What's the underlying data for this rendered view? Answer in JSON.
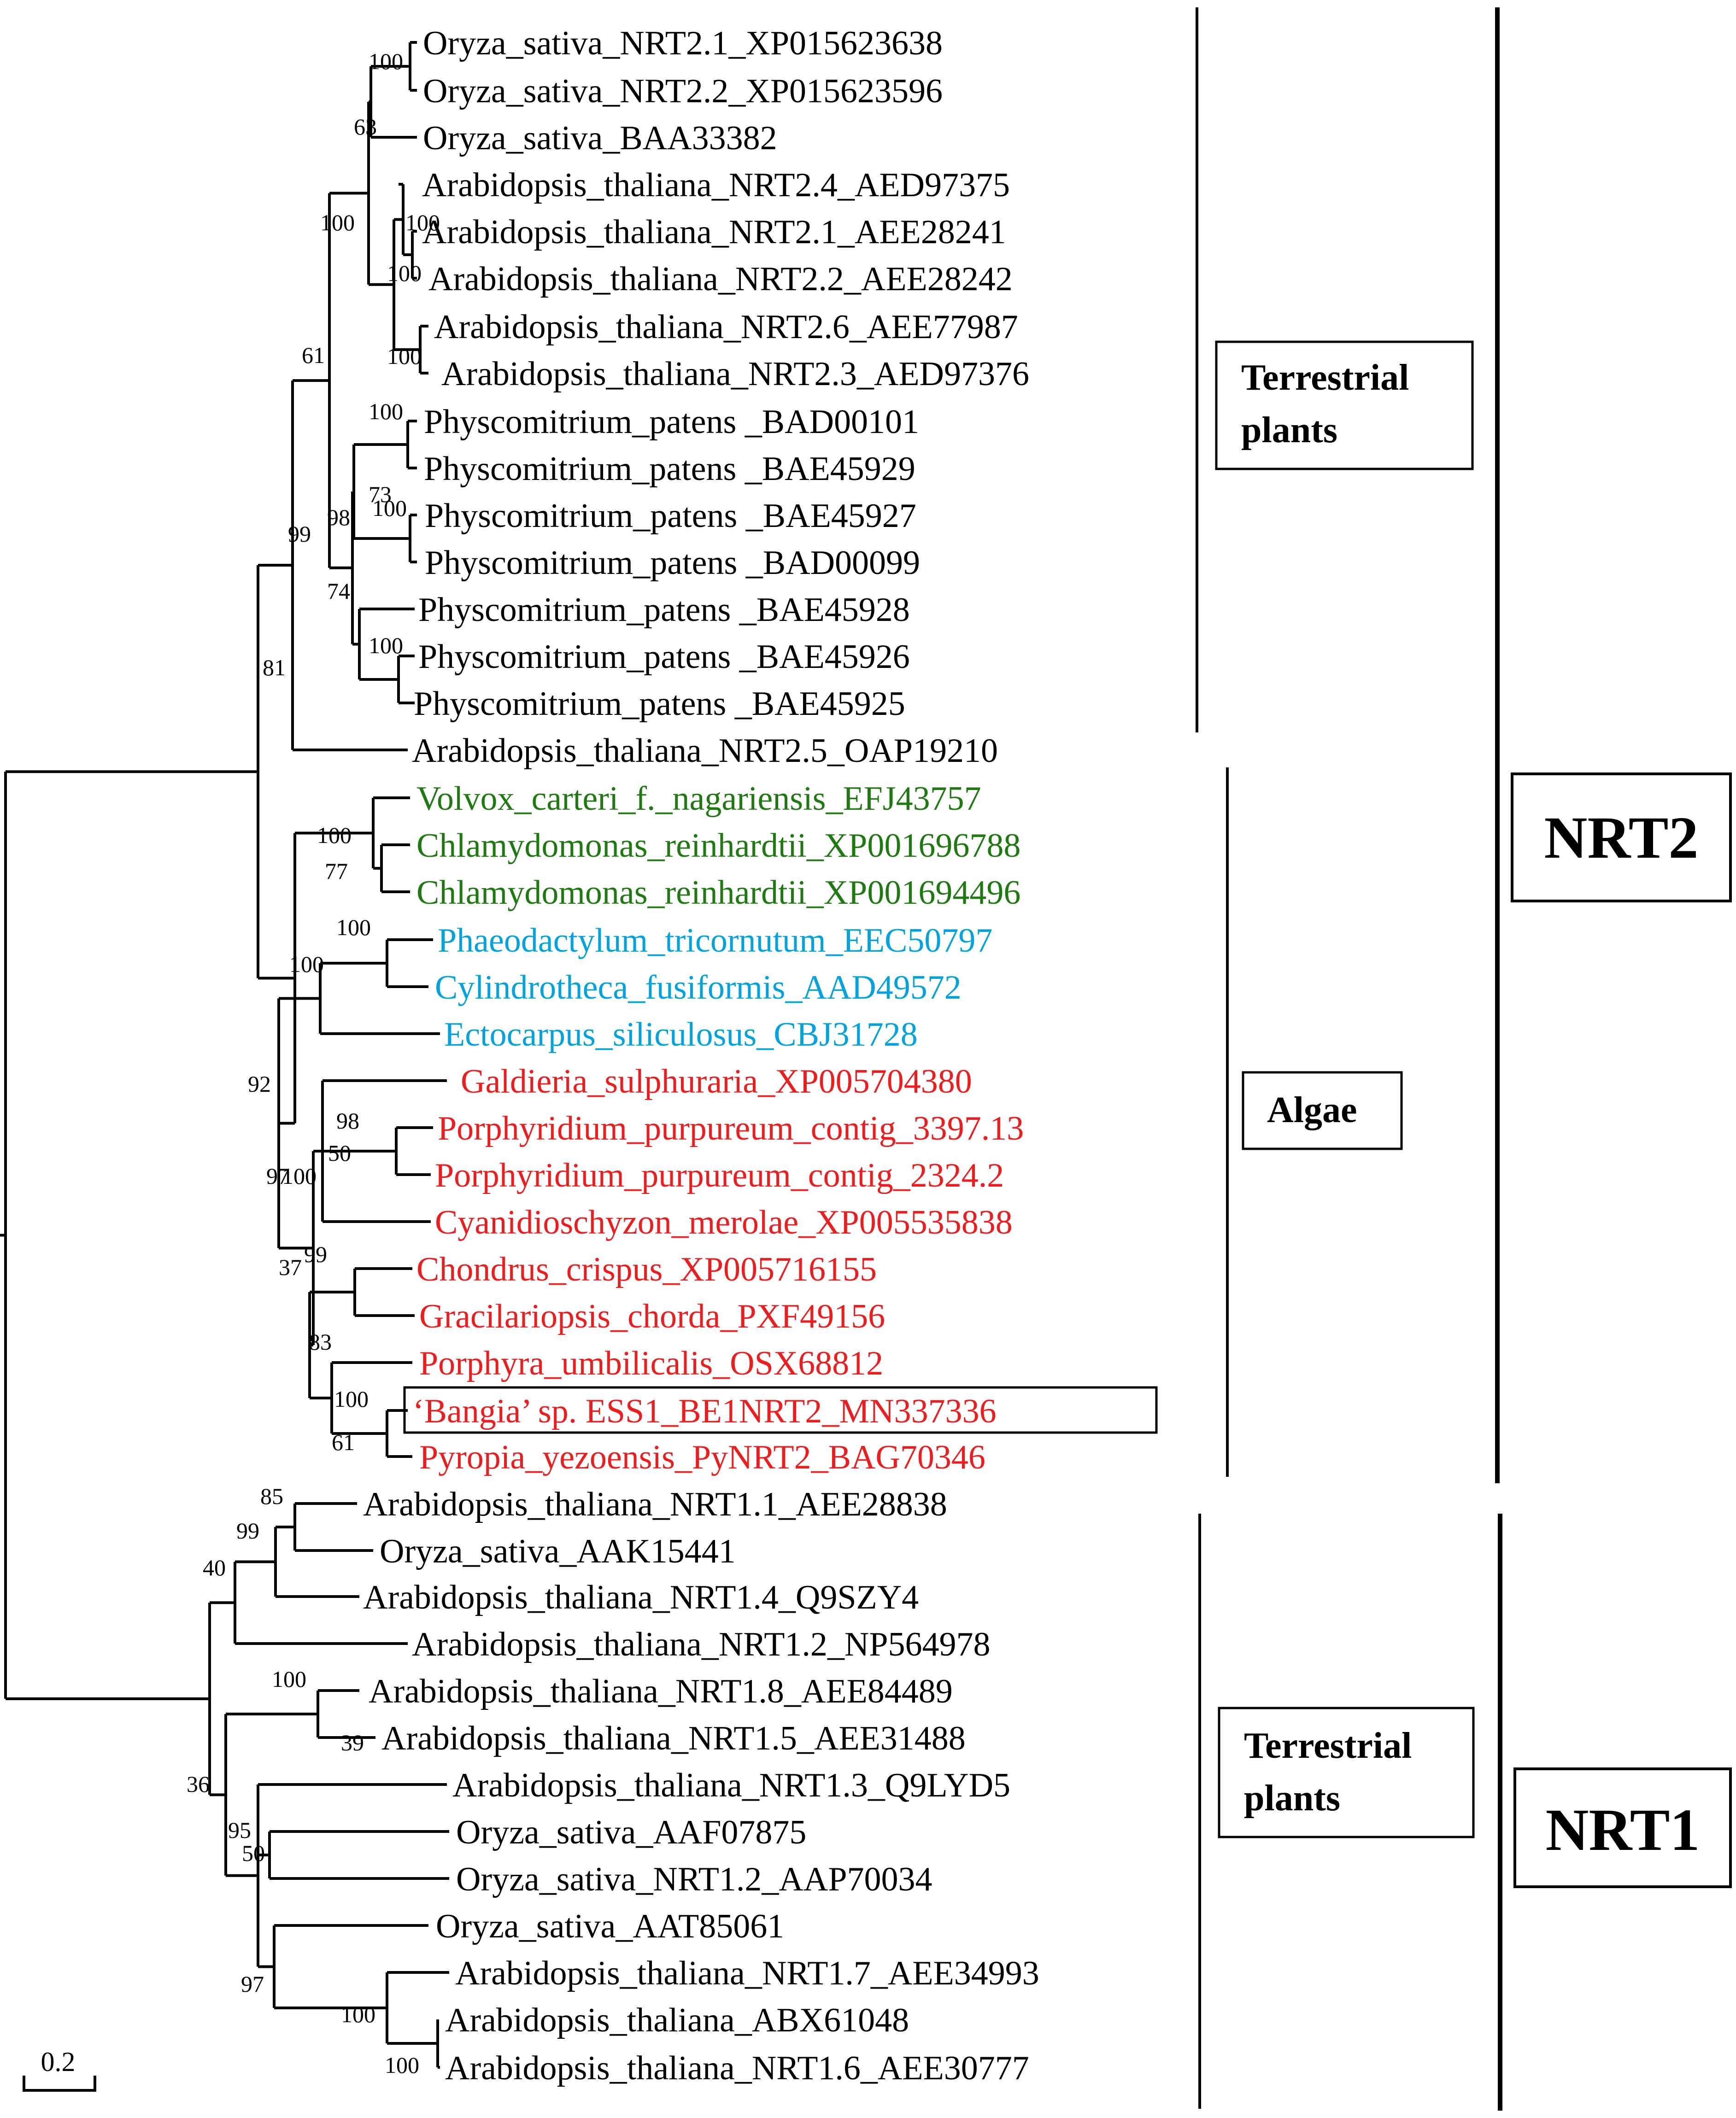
{
  "colors": {
    "default": "#000000",
    "green": "#1e7a10",
    "blue": "#00a3e0",
    "red": "#ee1c1c"
  },
  "leaves": [
    {
      "label": "Oryza_sativa_NRT2.1_XP015623638",
      "color": "default"
    },
    {
      "label": "Oryza_sativa_NRT2.2_XP015623596",
      "color": "default"
    },
    {
      "label": "Oryza_sativa_BAA33382",
      "color": "default"
    },
    {
      "label": "Arabidopsis_thaliana_NRT2.4_AED97375",
      "color": "default"
    },
    {
      "label": "Arabidopsis_thaliana_NRT2.1_AEE28241",
      "color": "default"
    },
    {
      "label": "Arabidopsis_thaliana_NRT2.2_AEE28242",
      "color": "default"
    },
    {
      "label": "Arabidopsis_thaliana_NRT2.6_AEE77987",
      "color": "default"
    },
    {
      "label": "Arabidopsis_thaliana_NRT2.3_AED97376",
      "color": "default"
    },
    {
      "label": "Physcomitrium_patens  _BAD00101",
      "color": "default"
    },
    {
      "label": "Physcomitrium_patens  _BAE45929",
      "color": "default"
    },
    {
      "label": "Physcomitrium_patens  _BAE45927",
      "color": "default"
    },
    {
      "label": "Physcomitrium_patens  _BAD00099",
      "color": "default"
    },
    {
      "label": "Physcomitrium_patens  _BAE45928",
      "color": "default"
    },
    {
      "label": "Physcomitrium_patens  _BAE45926",
      "color": "default"
    },
    {
      "label": "Physcomitrium_patens  _BAE45925",
      "color": "default"
    },
    {
      "label": "Arabidopsis_thaliana_NRT2.5_OAP19210",
      "color": "default"
    },
    {
      "label": "Volvox_carteri_f._nagariensis_EFJ43757",
      "color": "green"
    },
    {
      "label": "Chlamydomonas_reinhardtii_XP001696788",
      "color": "green"
    },
    {
      "label": "Chlamydomonas_reinhardtii_XP001694496",
      "color": "green"
    },
    {
      "label": "Phaeodactylum_tricornutum_EEC50797",
      "color": "blue"
    },
    {
      "label": "Cylindrotheca_fusiformis_AAD49572",
      "color": "blue"
    },
    {
      "label": "Ectocarpus_siliculosus_CBJ31728",
      "color": "blue"
    },
    {
      "label": "Galdieria_sulphuraria_XP005704380",
      "color": "red"
    },
    {
      "label": "Porphyridium_purpureum_contig_3397.13",
      "color": "red"
    },
    {
      "label": "Porphyridium_purpureum_contig_2324.2",
      "color": "red"
    },
    {
      "label": "Cyanidioschyzon_merolae_XP005535838",
      "color": "red"
    },
    {
      "label": "Chondrus_crispus_XP005716155",
      "color": "red"
    },
    {
      "label": "Gracilariopsis_chorda_PXF49156",
      "color": "red"
    },
    {
      "label": "Porphyra_umbilicalis_OSX68812",
      "color": "red"
    },
    {
      "label": "‘Bangia’ sp. ESS1_BE1NRT2_MN337336",
      "color": "red",
      "boxed": true
    },
    {
      "label": "Pyropia_yezoensis_PyNRT2_BAG70346",
      "color": "red"
    },
    {
      "label": "Arabidopsis_thaliana_NRT1.1_AEE28838",
      "color": "default"
    },
    {
      "label": "Oryza_sativa_AAK15441",
      "color": "default"
    },
    {
      "label": "Arabidopsis_thaliana_NRT1.4_Q9SZY4",
      "color": "default"
    },
    {
      "label": "Arabidopsis_thaliana_NRT1.2_NP564978",
      "color": "default"
    },
    {
      "label": "Arabidopsis_thaliana_NRT1.8_AEE84489",
      "color": "default"
    },
    {
      "label": "Arabidopsis_thaliana_NRT1.5_AEE31488",
      "color": "default"
    },
    {
      "label": "Arabidopsis_thaliana_NRT1.3_Q9LYD5",
      "color": "default"
    },
    {
      "label": "Oryza_sativa_AAF07875",
      "color": "default"
    },
    {
      "label": "Oryza_sativa_NRT1.2_AAP70034",
      "color": "default"
    },
    {
      "label": "Oryza_sativa_AAT85061",
      "color": "default"
    },
    {
      "label": "Arabidopsis_thaliana_NRT1.7_AEE34993",
      "color": "default"
    },
    {
      "label": "Arabidopsis_thaliana_ABX61048",
      "color": "default"
    },
    {
      "label": "Arabidopsis_thaliana_NRT1.6_AEE30777",
      "color": "default"
    }
  ],
  "bootstrap": [
    "100",
    "63",
    "100",
    "100",
    "100",
    "100",
    "61",
    "100",
    "98",
    "100",
    "74",
    "100",
    "73",
    "99",
    "81",
    "100",
    "77",
    "100",
    "100",
    "98",
    "92",
    "100",
    "50",
    "97",
    "37",
    "99",
    "83",
    "100",
    "61",
    "85",
    "99",
    "40",
    "100",
    "36",
    "95",
    "50",
    "39",
    "97",
    "100",
    "100"
  ],
  "groups": [
    {
      "line1": "Terrestrial",
      "line2": "plants"
    },
    {
      "line1": "Algae",
      "line2": ""
    },
    {
      "line1": "Terrestrial",
      "line2": "plants"
    }
  ],
  "families": [
    "NRT2",
    "NRT1"
  ],
  "scale_label": "0.2"
}
